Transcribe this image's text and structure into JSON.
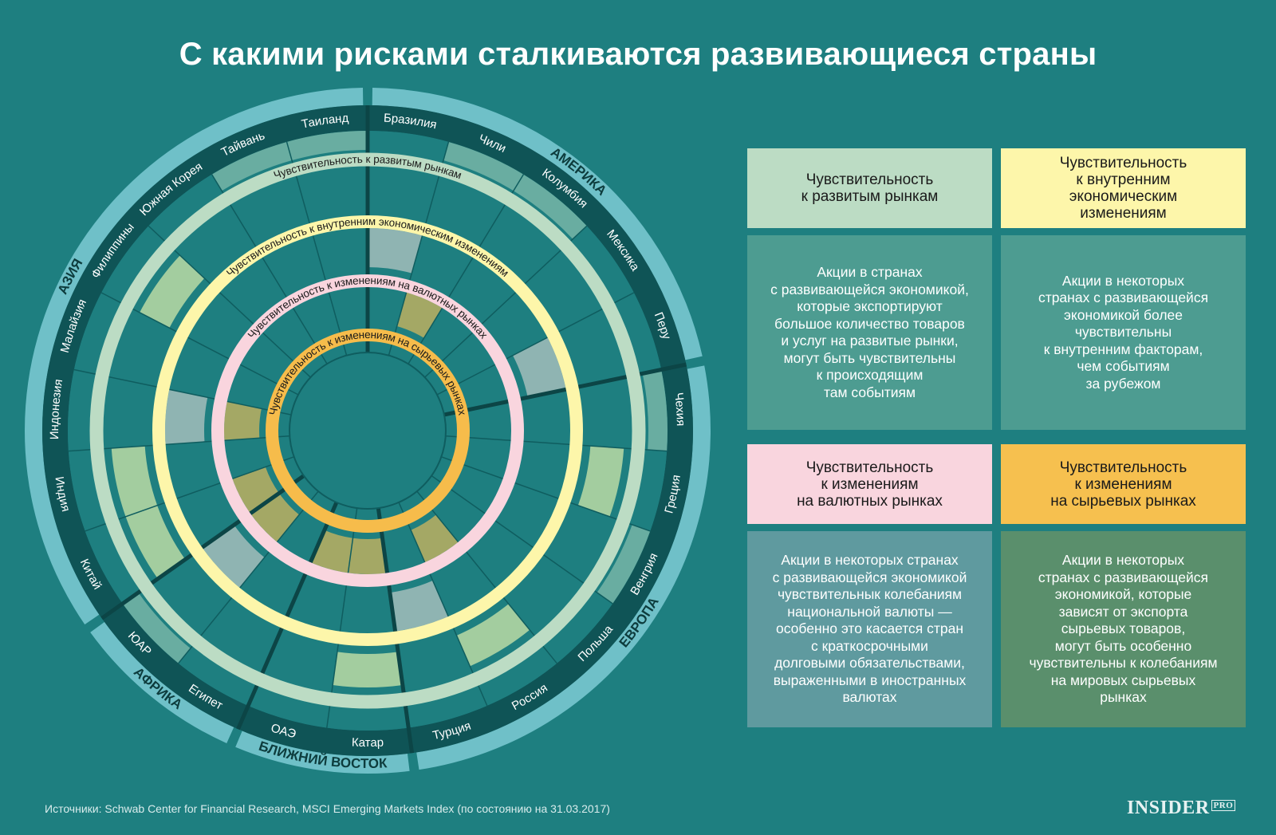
{
  "title": "С какими рисками сталкиваются развивающиеся страны",
  "source": "Источники: Schwab Center for Financial Research, MSCI Emerging Markets Index (по состоянию на 31.03.2017)",
  "logo": {
    "main": "INSIDER",
    "sub": "PRO"
  },
  "chart_data": {
    "type": "radial",
    "regions": [
      {
        "name": "АМЕРИКА",
        "countries": [
          "Бразилия",
          "Чили",
          "Колумбия",
          "Мексика",
          "Перу"
        ]
      },
      {
        "name": "ЕВРОПА",
        "countries": [
          "Чехия",
          "Греция",
          "Венгрия",
          "Польша",
          "Россия",
          "Турция"
        ]
      },
      {
        "name": "БЛИЖНИЙ ВОСТОК",
        "countries": [
          "Катар",
          "ОАЭ"
        ]
      },
      {
        "name": "АФРИКА",
        "countries": [
          "Египет",
          "ЮАР"
        ]
      },
      {
        "name": "АЗИЯ",
        "countries": [
          "Китай",
          "Индия",
          "Индонезия",
          "Малайзия",
          "Филиппины",
          "Южная Корея",
          "Тайвань",
          "Таиланд"
        ]
      }
    ],
    "rings": [
      {
        "name": "Чувствительность к развитым рынкам",
        "color": "#bcdcc4",
        "fill": "#69ada1",
        "values": [
          0,
          1,
          1,
          0,
          0,
          1,
          0,
          1,
          0,
          0,
          0,
          0,
          0,
          0,
          1,
          0,
          0,
          0,
          0,
          0,
          0,
          1,
          1
        ]
      },
      {
        "name": "Чувствительность к внутренним экономическим изменениям",
        "color": "#fdf6aa",
        "fill": "#a3cd9f",
        "values": [
          0,
          0,
          0,
          0,
          0,
          0,
          1,
          0,
          0,
          1,
          0,
          1,
          0,
          0,
          0,
          1,
          1,
          0,
          0,
          1,
          0,
          0,
          0
        ]
      },
      {
        "name": "Чувствительность к изменениям на валютных рынках",
        "color": "#f9d5de",
        "fill": "#8fb4b2",
        "values": [
          1,
          0,
          0,
          0,
          1,
          0,
          0,
          0,
          0,
          0,
          1,
          0,
          0,
          0,
          1,
          0,
          0,
          1,
          0,
          0,
          0,
          0,
          0
        ]
      },
      {
        "name": "Чувствительность к изменениям на сырьевых рынках",
        "color": "#f6bc4b",
        "fill": "#a4a865",
        "values": [
          0,
          1,
          0,
          0,
          0,
          0,
          0,
          0,
          0,
          1,
          0,
          1,
          1,
          0,
          1,
          1,
          0,
          1,
          0,
          0,
          0,
          0,
          0
        ]
      }
    ]
  },
  "cards": [
    {
      "head": "Чувствительность\nк развитым рынкам",
      "head_color": "#bcdcc4",
      "body_color": "#4d9c91",
      "body": "Акции в странах\nс развивающейся экономикой,\nкоторые экспортируют\nбольшое количество товаров\nи услуг на развитые рынки,\nмогут быть чувствительны\nк происходящим\nтам событиям"
    },
    {
      "head": "Чувствительность\nк внутренним\nэкономическим\nизменениям",
      "head_color": "#fdf6aa",
      "body_color": "#4d9c91",
      "body": "Акции в некоторых\nстранах с развивающейся\nэкономикой более\nчувствительны\nк внутренним факторам,\nчем событиям\nза рубежом"
    },
    {
      "head": "Чувствительность\nк изменениям\nна валютных рынках",
      "head_color": "#f9d5de",
      "body_color": "#5f9a9f",
      "body": "Акции в некоторых странах\nс развивающейся экономикой\nчувствительнык колебаниям\nнациональной валюты —\nособенно это касается стран\nс краткосрочными\nдолговыми обязательствами,\nвыраженными в иностранных\nвалютах"
    },
    {
      "head": "Чувствительность\nк изменениям\nна сырьевых рынках",
      "head_color": "#f6c04f",
      "body_color": "#5a8f6c",
      "body": "Акции в некоторых\nстранах с развивающейся\nэкономикой, которые\nзависят от экспорта\nсырьевых товаров,\nмогут быть особенно\nчувствительны к колебаниям\nна мировых сырьевых\nрынках"
    }
  ]
}
